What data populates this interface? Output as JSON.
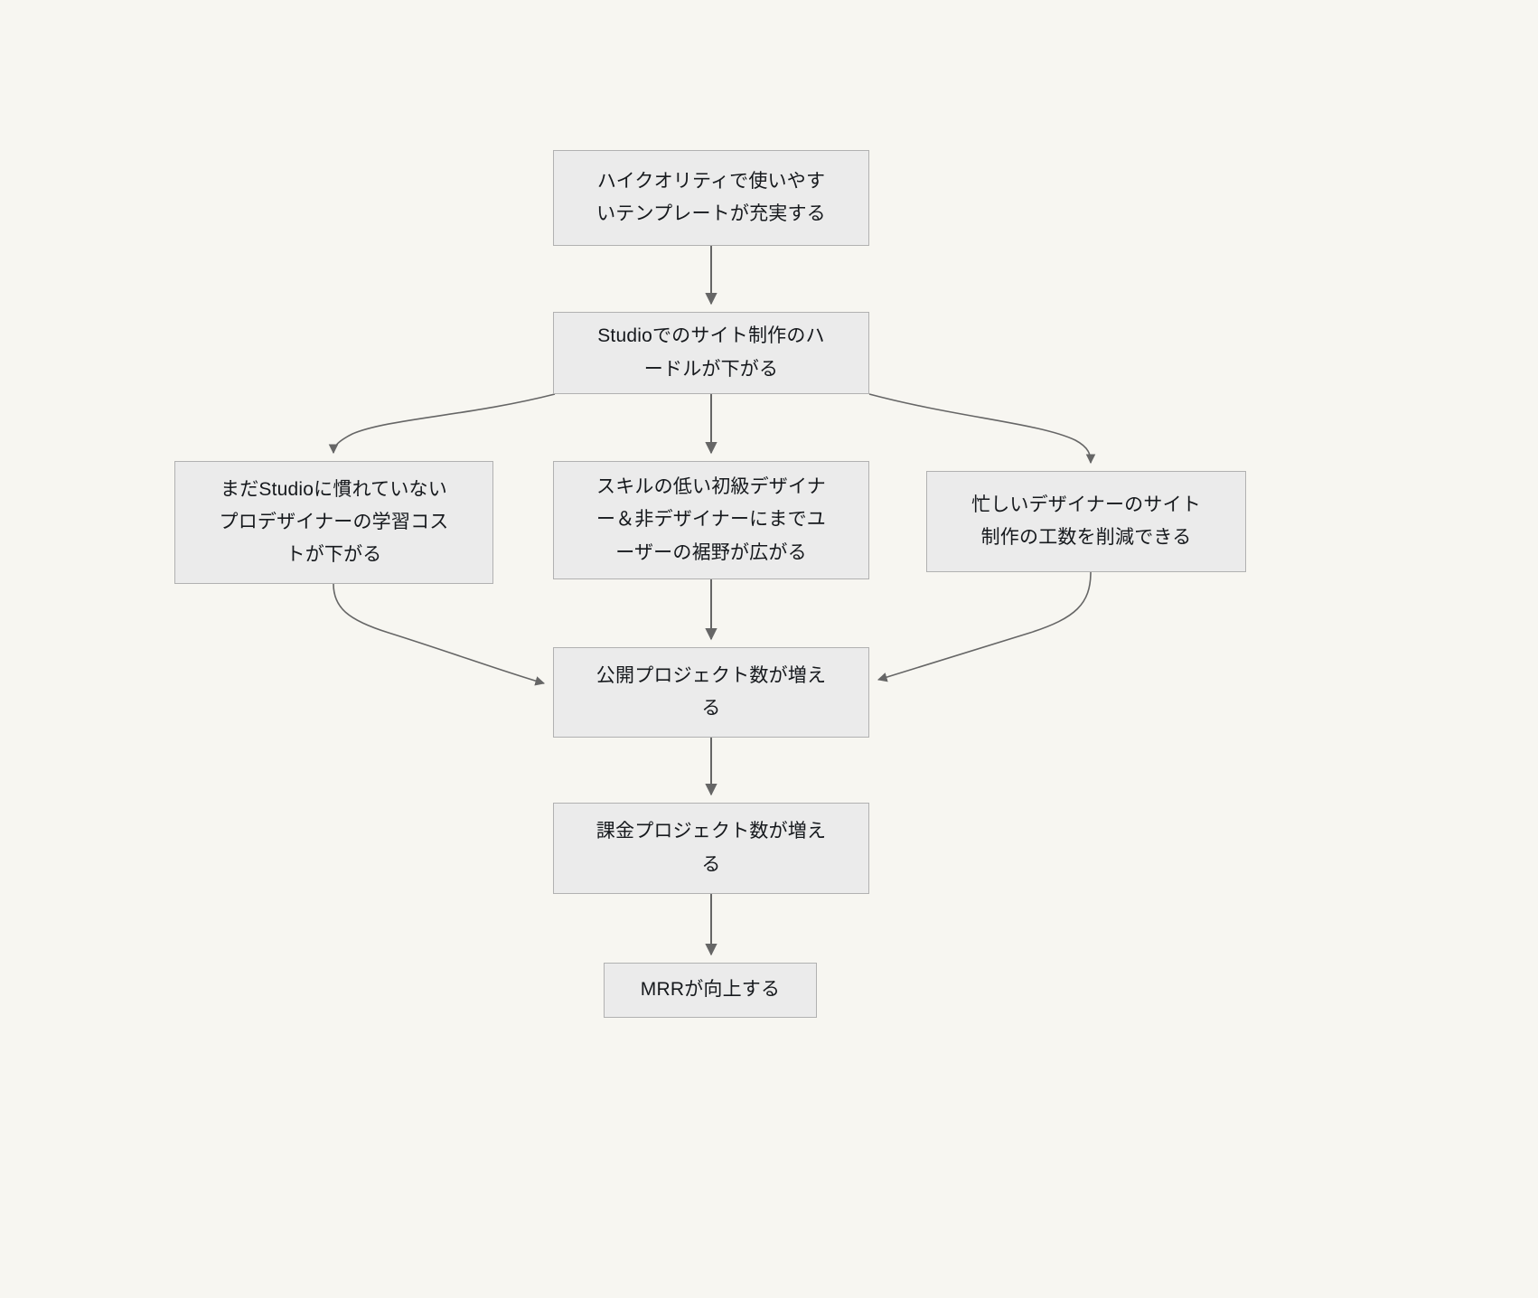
{
  "diagram": {
    "type": "flowchart",
    "direction": "top-down",
    "background_color": "#f7f6f1",
    "node_fill_color": "#ebebeb",
    "node_border_color": "#b1b1b1",
    "edge_color": "#666666",
    "text_color": "#16191d",
    "nodes": [
      {
        "id": "templates",
        "label": "ハイクオリティで使いやす\nいテンプレートが充実する"
      },
      {
        "id": "hurdle",
        "label": "Studioでのサイト制作のハ\nードルが下がる"
      },
      {
        "id": "pro-cost",
        "label": "まだStudioに慣れていない\nプロデザイナーの学習コス\nトが下がる"
      },
      {
        "id": "user-base",
        "label": "スキルの低い初級デザイナ\nー＆非デザイナーにまでユ\nーザーの裾野が広がる"
      },
      {
        "id": "busy-designer",
        "label": "忙しいデザイナーのサイト\n制作の工数を削減できる"
      },
      {
        "id": "public-proj",
        "label": "公開プロジェクト数が増え\nる"
      },
      {
        "id": "paid-proj",
        "label": "課金プロジェクト数が増え\nる"
      },
      {
        "id": "mrr",
        "label": "MRRが向上する"
      }
    ],
    "edges": [
      {
        "from": "templates",
        "to": "hurdle"
      },
      {
        "from": "hurdle",
        "to": "pro-cost"
      },
      {
        "from": "hurdle",
        "to": "user-base"
      },
      {
        "from": "hurdle",
        "to": "busy-designer"
      },
      {
        "from": "pro-cost",
        "to": "public-proj"
      },
      {
        "from": "user-base",
        "to": "public-proj"
      },
      {
        "from": "busy-designer",
        "to": "public-proj"
      },
      {
        "from": "public-proj",
        "to": "paid-proj"
      },
      {
        "from": "paid-proj",
        "to": "mrr"
      }
    ]
  }
}
